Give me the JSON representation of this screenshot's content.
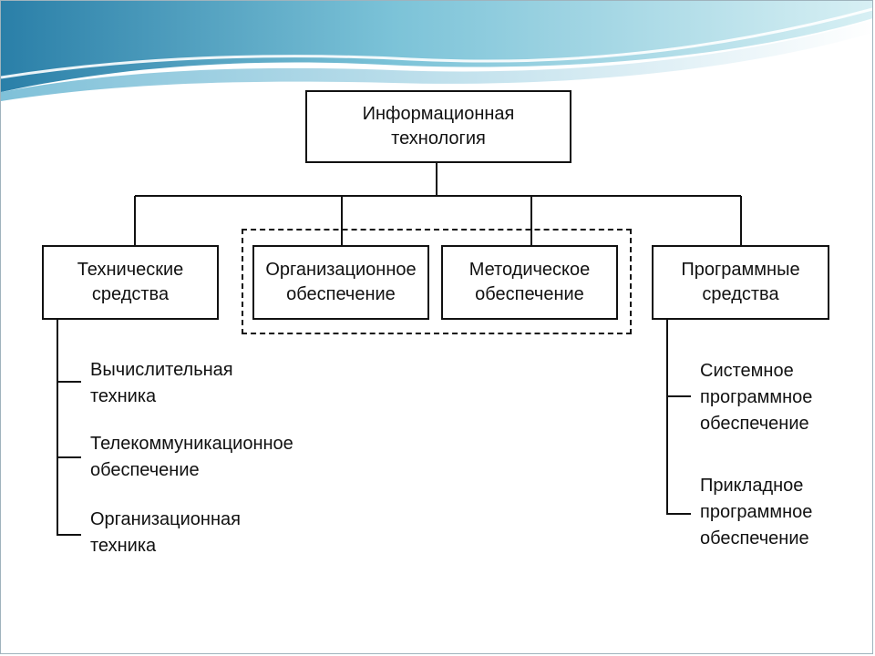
{
  "diagram": {
    "root": "Информационная\nтехнология",
    "categories": {
      "technical": "Технические\nсредства",
      "organizational": "Организационное\nобеспечение",
      "methodical": "Методическое\nобеспечение",
      "software": "Программные\nсредства"
    },
    "technical_items": [
      "Вычислительная\nтехника",
      "Телекоммуникационное\nобеспечение",
      "Организационная\nтехника"
    ],
    "software_items": [
      "Системное\nпрограммное\nобеспечение",
      "Прикладное\nпрограммное\nобеспечение"
    ]
  },
  "colors": {
    "wave_dark": "#2f86ad",
    "wave_light": "#a9dbe6",
    "line": "#111111"
  }
}
